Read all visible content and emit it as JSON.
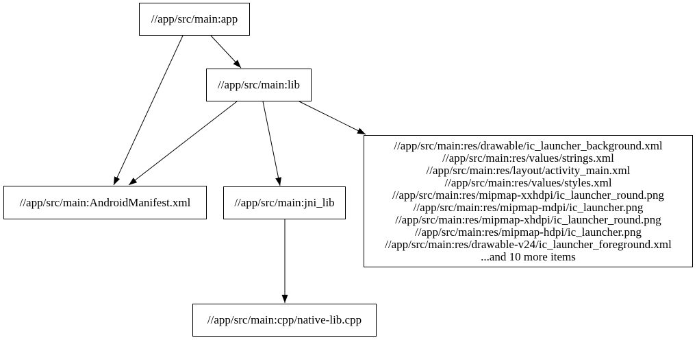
{
  "diagram": {
    "type": "dependency-graph",
    "background_color": "#ffffff",
    "stroke_color": "#000000",
    "nodes": {
      "app": {
        "label": "//app/src/main:app"
      },
      "lib": {
        "label": "//app/src/main:lib"
      },
      "manifest": {
        "label": "//app/src/main:AndroidManifest.xml"
      },
      "jni_lib": {
        "label": "//app/src/main:jni_lib"
      },
      "native_lib": {
        "label": "//app/src/main:cpp/native-lib.cpp"
      },
      "resources": {
        "lines": [
          "//app/src/main:res/drawable/ic_launcher_background.xml",
          "//app/src/main:res/values/strings.xml",
          "//app/src/main:res/layout/activity_main.xml",
          "//app/src/main:res/values/styles.xml",
          "//app/src/main:res/mipmap-xxhdpi/ic_launcher_round.png",
          "//app/src/main:res/mipmap-mdpi/ic_launcher.png",
          "//app/src/main:res/mipmap-xhdpi/ic_launcher_round.png",
          "//app/src/main:res/mipmap-hdpi/ic_launcher.png",
          "//app/src/main:res/drawable-v24/ic_launcher_foreground.xml",
          "...and 10 more items"
        ]
      }
    },
    "edges": [
      {
        "from": "//app/src/main:app",
        "to": "//app/src/main:lib"
      },
      {
        "from": "//app/src/main:app",
        "to": "//app/src/main:AndroidManifest.xml"
      },
      {
        "from": "//app/src/main:lib",
        "to": "//app/src/main:AndroidManifest.xml"
      },
      {
        "from": "//app/src/main:lib",
        "to": "//app/src/main:jni_lib"
      },
      {
        "from": "//app/src/main:lib",
        "to": "resources-group"
      },
      {
        "from": "//app/src/main:jni_lib",
        "to": "//app/src/main:cpp/native-lib.cpp"
      }
    ]
  }
}
